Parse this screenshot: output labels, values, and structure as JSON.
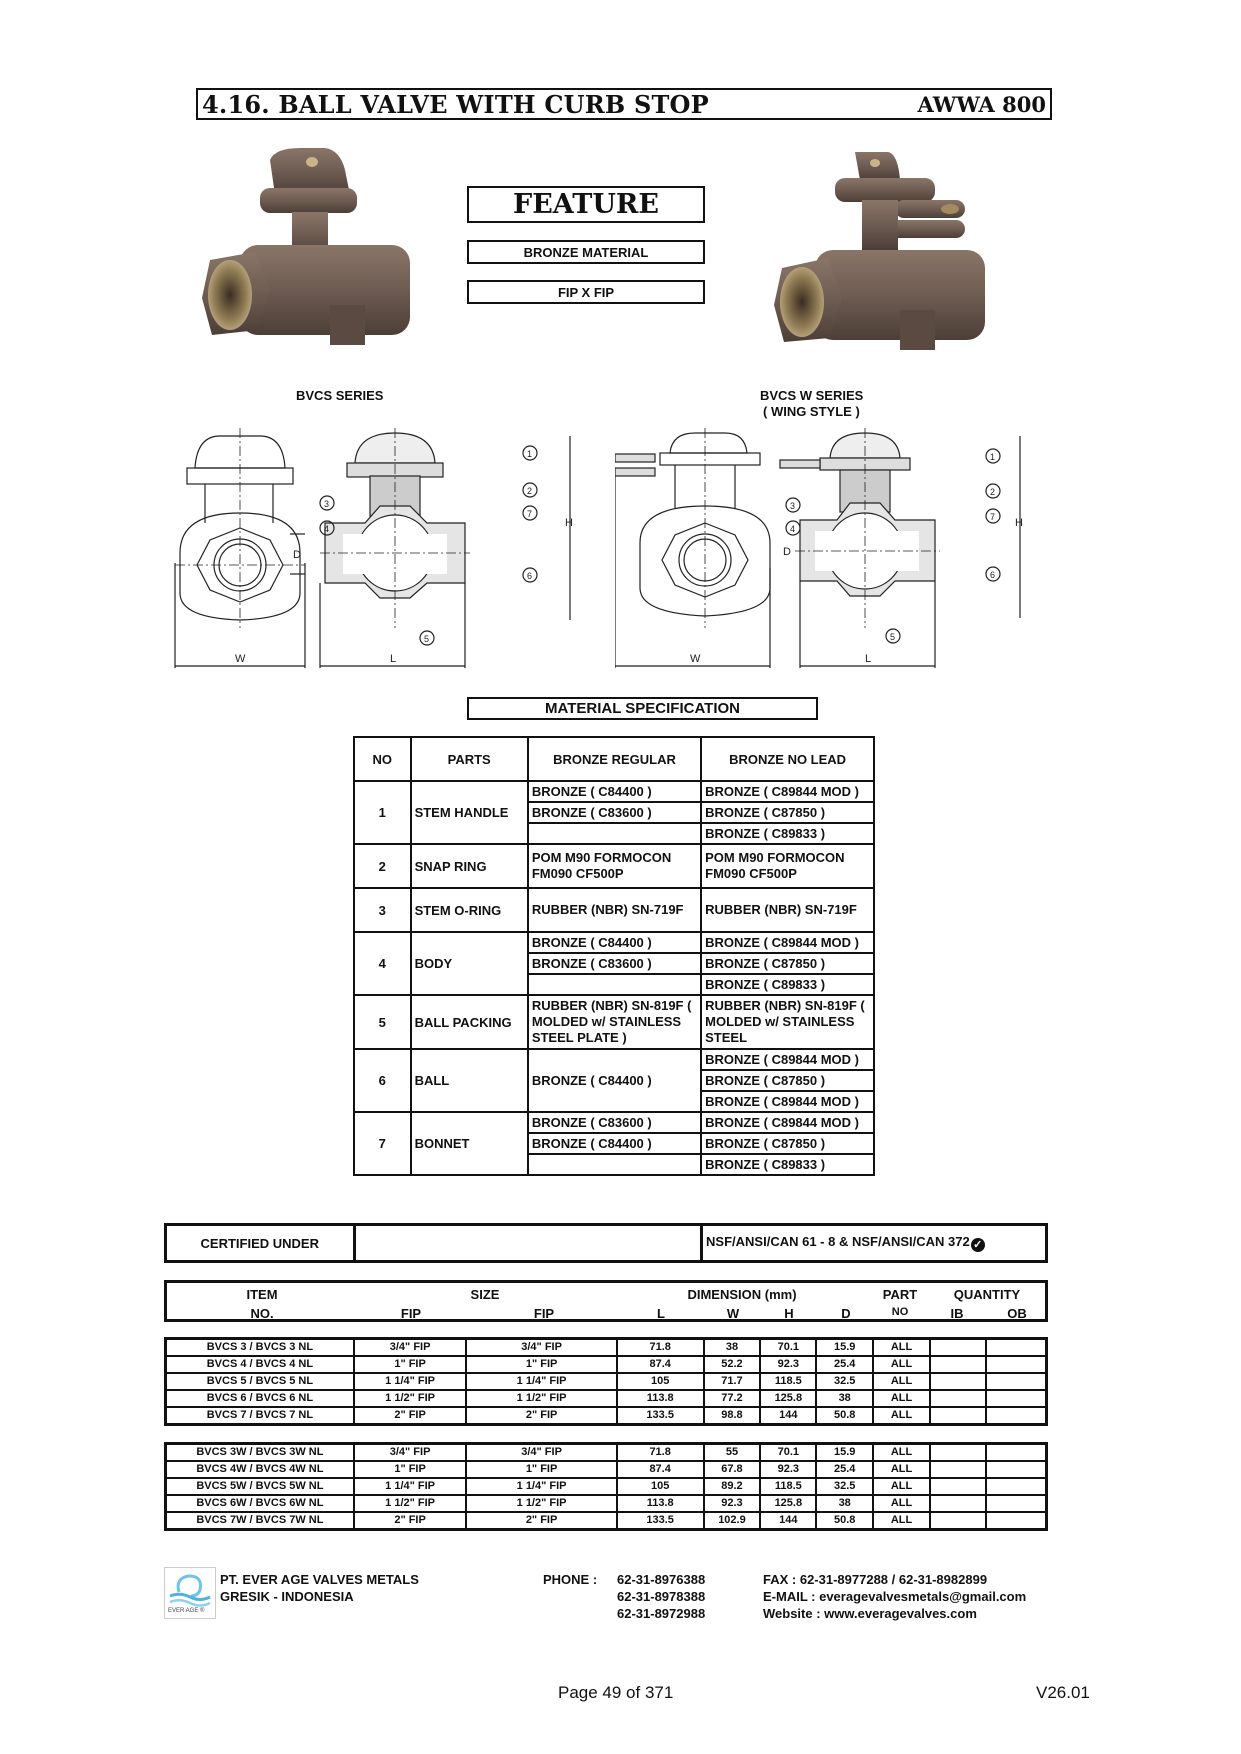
{
  "header": {
    "title": "4.16. BALL VALVE WITH CURB STOP",
    "standard": "AWWA 800"
  },
  "feature": {
    "title": "FEATURE",
    "items": [
      "BRONZE MATERIAL",
      "FIP X FIP"
    ]
  },
  "products": [
    {
      "caption": "BVCS SERIES",
      "subcaption": ""
    },
    {
      "caption": "BVCS W SERIES",
      "subcaption": "( WING STYLE )"
    }
  ],
  "drawing": {
    "callouts": [
      "1",
      "2",
      "3",
      "4",
      "5",
      "6",
      "7"
    ],
    "dims": {
      "w": "W",
      "l": "L",
      "h": "H",
      "d": "D"
    }
  },
  "material_spec": {
    "title": "MATERIAL SPECIFICATION",
    "headers": [
      "NO",
      "PARTS",
      "BRONZE REGULAR",
      "BRONZE NO LEAD"
    ],
    "rows": [
      {
        "no": "1",
        "part": "STEM HANDLE",
        "regular": [
          "BRONZE ( C84400 )",
          "BRONZE ( C83600 )",
          ""
        ],
        "nolead": [
          "BRONZE ( C89844 MOD )",
          "BRONZE ( C87850 )",
          "BRONZE ( C89833 )"
        ]
      },
      {
        "no": "2",
        "part": "SNAP RING",
        "regular_text": "POM M90 FORMOCON FM090 CF500P",
        "nolead_text": "POM M90 FORMOCON FM090 CF500P"
      },
      {
        "no": "3",
        "part": "STEM O-RING",
        "regular_text": "RUBBER (NBR) SN-719F",
        "nolead_text": "RUBBER (NBR) SN-719F"
      },
      {
        "no": "4",
        "part": "BODY",
        "regular": [
          "BRONZE ( C84400 )",
          "BRONZE ( C83600 )",
          ""
        ],
        "nolead": [
          "BRONZE ( C89844 MOD )",
          "BRONZE ( C87850 )",
          "BRONZE ( C89833 )"
        ]
      },
      {
        "no": "5",
        "part": "BALL PACKING",
        "regular_text": "RUBBER (NBR) SN-819F ( MOLDED w/ STAINLESS STEEL PLATE )",
        "nolead_text": "RUBBER (NBR) SN-819F ( MOLDED w/ STAINLESS STEEL"
      },
      {
        "no": "6",
        "part": "BALL",
        "regular_text": "BRONZE ( C84400 )",
        "nolead": [
          "BRONZE ( C89844 MOD )",
          "BRONZE ( C87850 )",
          "BRONZE ( C89844 MOD )"
        ]
      },
      {
        "no": "7",
        "part": "BONNET",
        "regular": [
          "BRONZE ( C83600 )",
          "BRONZE ( C84400 )",
          ""
        ],
        "nolead": [
          "BRONZE ( C89844 MOD )",
          "BRONZE ( C87850 )",
          "BRONZE ( C89833 )"
        ]
      }
    ]
  },
  "certification": {
    "label": "CERTIFIED UNDER",
    "middle": "",
    "value": "NSF/ANSI/CAN 61 - 8 & NSF/ANSI/CAN 372",
    "check_icon": "check-circle"
  },
  "dimension_table": {
    "header_top": {
      "item": "ITEM",
      "size": "SIZE",
      "dimension": "DIMENSION (mm)",
      "part": "PART",
      "quantity": "QUANTITY"
    },
    "header_bottom": {
      "no": "NO.",
      "fip1": "FIP",
      "fip2": "FIP",
      "l": "L",
      "w": "W",
      "h": "H",
      "d": "D",
      "partno": "NO",
      "ib": "IB",
      "ob": "OB"
    },
    "groups": [
      [
        [
          "BVCS 3 / BVCS 3 NL",
          "3/4\" FIP",
          "3/4\" FIP",
          "71.8",
          "38",
          "70.1",
          "15.9",
          "ALL",
          "",
          ""
        ],
        [
          "BVCS 4 / BVCS 4 NL",
          "1\" FIP",
          "1\" FIP",
          "87.4",
          "52.2",
          "92.3",
          "25.4",
          "ALL",
          "",
          ""
        ],
        [
          "BVCS 5 / BVCS 5 NL",
          "1 1/4\" FIP",
          "1 1/4\" FIP",
          "105",
          "71.7",
          "118.5",
          "32.5",
          "ALL",
          "",
          ""
        ],
        [
          "BVCS 6 / BVCS 6 NL",
          "1 1/2\" FIP",
          "1 1/2\" FIP",
          "113.8",
          "77.2",
          "125.8",
          "38",
          "ALL",
          "",
          ""
        ],
        [
          "BVCS 7 / BVCS 7 NL",
          "2\" FIP",
          "2\" FIP",
          "133.5",
          "98.8",
          "144",
          "50.8",
          "ALL",
          "",
          ""
        ]
      ],
      [
        [
          "BVCS 3W / BVCS 3W NL",
          "3/4\" FIP",
          "3/4\" FIP",
          "71.8",
          "55",
          "70.1",
          "15.9",
          "ALL",
          "",
          ""
        ],
        [
          "BVCS 4W / BVCS 4W NL",
          "1\" FIP",
          "1\" FIP",
          "87.4",
          "67.8",
          "92.3",
          "25.4",
          "ALL",
          "",
          ""
        ],
        [
          "BVCS 5W / BVCS 5W NL",
          "1 1/4\" FIP",
          "1 1/4\" FIP",
          "105",
          "89.2",
          "118.5",
          "32.5",
          "ALL",
          "",
          ""
        ],
        [
          "BVCS 6W / BVCS 6W NL",
          "1 1/2\" FIP",
          "1 1/2\" FIP",
          "113.8",
          "92.3",
          "125.8",
          "38",
          "ALL",
          "",
          ""
        ],
        [
          "BVCS 7W / BVCS 7W NL",
          "2\" FIP",
          "2\" FIP",
          "133.5",
          "102.9",
          "144",
          "50.8",
          "ALL",
          "",
          ""
        ]
      ]
    ]
  },
  "footer": {
    "company": "PT. EVER AGE VALVES METALS",
    "location": "GRESIK - INDONESIA",
    "logo_text": "EVER AGE ®",
    "phone_label": "PHONE :",
    "phones": [
      "62-31-8976388",
      "62-31-8978388",
      "62-31-8972988"
    ],
    "fax": "FAX  : 62-31-8977288 / 62-31-8982899",
    "email": "E-MAIL  : everagevalvesmetals@gmail.com",
    "website": "Website  : www.everagevalves.com",
    "page": "Page 49 of 371",
    "version": "V26.01"
  }
}
